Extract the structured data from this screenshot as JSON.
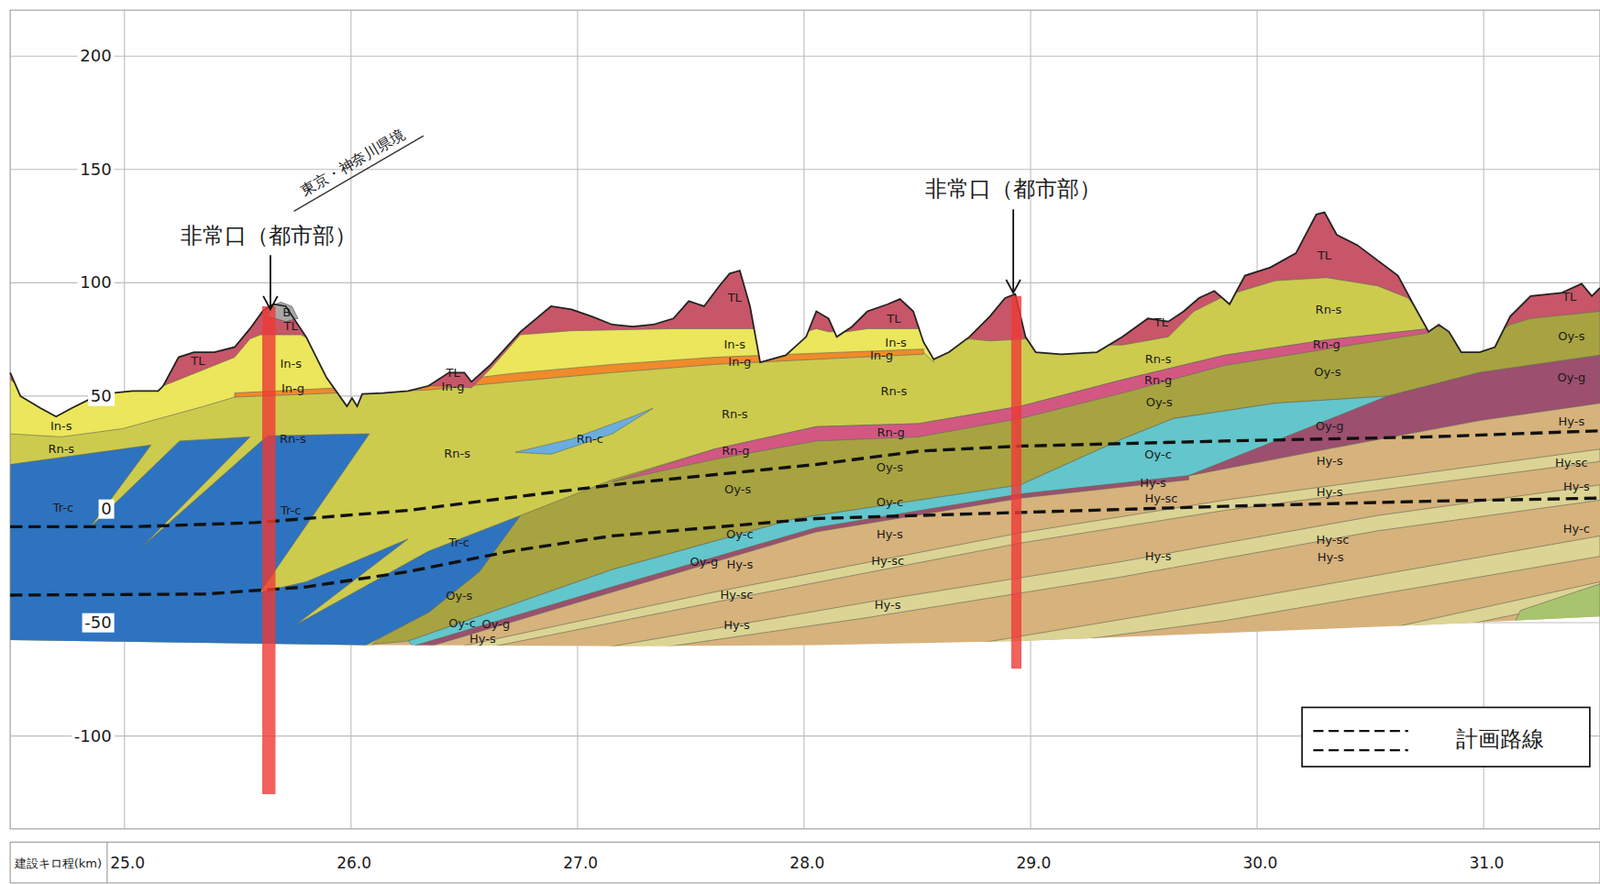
{
  "diagram": {
    "labels": [
      "200",
      "150",
      "100",
      "50",
      "0",
      "-50",
      "-100",
      "東京・神奈川県境",
      "非常口（都市部）",
      "非常口（都市部）",
      "建設キロ程(km)",
      "25.0",
      "26.0",
      "27.0",
      "28.0",
      "29.0",
      "30.0",
      "31.0",
      "TL",
      "In-s",
      "Rn-s",
      "Tr-c",
      "B",
      "TL",
      "In-s",
      "In-g",
      "Rn-s",
      "Tr-c",
      "TL",
      "In-g",
      "Rn-s",
      "Rn-c",
      "Tr-c",
      "Oy-s",
      "Oy-c",
      "Oy-g",
      "Hy-s",
      "TL",
      "In-s",
      "In-g",
      "Rn-s",
      "Rn-g",
      "Oy-s",
      "Oy-c",
      "Oy-g",
      "Hy-s",
      "Hy-sc",
      "Hy-s",
      "TL",
      "In-s",
      "In-g",
      "Rn-s",
      "Rn-g",
      "Oy-s",
      "Oy-c",
      "Hy-s",
      "Hy-sc",
      "Hy-s",
      "TL",
      "Rn-s",
      "Rn-g",
      "Oy-s",
      "Oy-c",
      "Hy-s",
      "Hy-sc",
      "Hy-s",
      "TL",
      "Rn-s",
      "Rn-g",
      "Oy-s",
      "Oy-g",
      "Hy-s",
      "Hy-s",
      "Hy-sc",
      "Hy-s",
      "TL",
      "Oy-s",
      "Oy-g",
      "Hy-s",
      "Hy-sc",
      "Hy-s",
      "Hy-c"
    ],
    "legend": [
      {
        "text": "計画路線"
      }
    ]
  }
}
